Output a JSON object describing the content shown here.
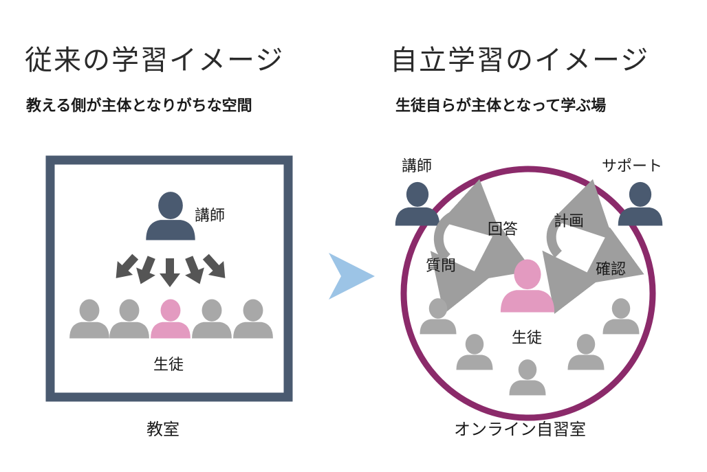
{
  "left": {
    "title": "従来の学習イメージ",
    "subtitle": "教える側が主体となりがちな空間",
    "teacher_label": "講師",
    "student_label": "生徒",
    "caption": "教室"
  },
  "right": {
    "title": "自立学習のイメージ",
    "subtitle": "生徒自らが主体となって学ぶ場",
    "teacher_label": "講師",
    "support_label": "サポート",
    "answer_label": "回答",
    "question_label": "質問",
    "plan_label": "計画",
    "confirm_label": "確認",
    "student_label": "生徒",
    "caption": "オンライン自習室"
  },
  "colors": {
    "teacher": "#4a5a70",
    "student_self": "#e39ac0",
    "student_other": "#a8a8a8",
    "room_frame": "#4a5a70",
    "online_circle": "#8b2a6a",
    "arrow_dark": "#555555",
    "cycle_arrow": "#9e9e9e",
    "transition_arrow": "#9cc4e6"
  },
  "icons": [
    "person-icon",
    "down-arrow-icon",
    "cycle-arrow-icon",
    "chevron-right-icon"
  ]
}
